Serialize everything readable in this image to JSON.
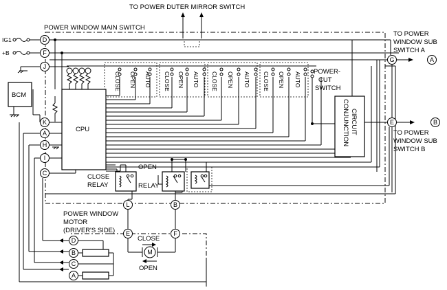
{
  "labels": {
    "mirror_switch": "TO POWER DUTER MIRROR SWITCH",
    "main_switch": "POWER WINDOW MAIN SWITCH",
    "sub_switch_a": [
      "TO POWER",
      "WINDOW SUB",
      "SWITCH A"
    ],
    "sub_switch_b": [
      "TO POWER",
      "WINDOW SUB",
      "SWITCH B"
    ],
    "ig1": "IG1",
    "plus_b": "+B",
    "bcm": "BCM",
    "cpu": "CPU",
    "power_cut": [
      "POWER-",
      "CUT",
      "SWITCH"
    ],
    "conjunction": [
      "CONJUNCTION",
      "CIRCUIT"
    ],
    "close_relay": [
      "CLOSE",
      "RELAY"
    ],
    "open_relay": [
      "OPEN",
      "RELAY"
    ],
    "motor": [
      "POWER WINDOW",
      "MOTOR",
      "(DRIVER'S SIDE)"
    ],
    "motor_symbol": "M",
    "close": "CLOSE",
    "open": "OPEN"
  },
  "switch_labels": [
    "CLOSE",
    "OPEN",
    "AUTO"
  ],
  "switch_groups": 4,
  "pins": {
    "D": "D",
    "F": "F",
    "J": "J",
    "K": "K",
    "A": "A",
    "H": "H",
    "I": "I",
    "C": "C",
    "G": "G",
    "E": "E",
    "L": "L",
    "B": "B"
  },
  "connectors": {
    "sub_a": "A",
    "sub_b": "B",
    "motor_e": "E",
    "motor_f": "F",
    "motor_d": "D",
    "motor_b": "B",
    "motor_c": "C",
    "motor_a": "A"
  }
}
